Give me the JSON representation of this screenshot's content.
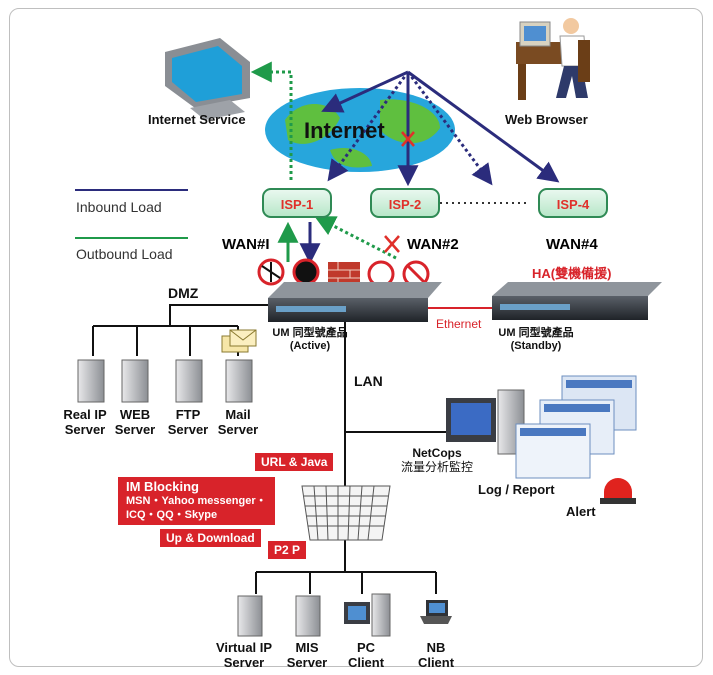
{
  "cloud": {
    "label": "Internet"
  },
  "top": {
    "internet_service": "Internet Service",
    "web_browser": "Web Browser"
  },
  "isps": [
    "ISP-1",
    "ISP-2",
    "ISP-4"
  ],
  "wans": [
    "WAN#I",
    "WAN#2",
    "WAN#4"
  ],
  "legend": {
    "inbound": "Inbound Load",
    "outbound": "Outbound Load"
  },
  "ha": {
    "label": "HA(雙機備援)",
    "ethernet": "Ethernet"
  },
  "appliances": {
    "active": {
      "line1": "UM 同型號產品",
      "line2": "(Active)"
    },
    "standby": {
      "line1": "UM 同型號產品",
      "line2": "(Standby)"
    }
  },
  "zones": {
    "dmz": "DMZ",
    "lan": "LAN"
  },
  "dmz_servers": [
    {
      "line1": "Real IP",
      "line2": "Server"
    },
    {
      "line1": "WEB",
      "line2": "Server"
    },
    {
      "line1": "FTP",
      "line2": "Server"
    },
    {
      "line1": "Mail",
      "line2": "Server"
    }
  ],
  "netcops": {
    "line1": "NetCops",
    "line2": "流量分析監控"
  },
  "log_report": "Log / Report",
  "alert": "Alert",
  "filters": {
    "url_java": "URL & Java",
    "im_title": "IM Blocking",
    "im_line1": "MSN・Yahoo messenger・",
    "im_line2": "ICQ・QQ・Skype",
    "up_download": "Up & Download",
    "p2p": "P2 P"
  },
  "lan_clients": [
    {
      "line1": "Virtual IP",
      "line2": "Server"
    },
    {
      "line1": "MIS",
      "line2": "Server"
    },
    {
      "line1": "PC",
      "line2": "Client"
    },
    {
      "line1": "NB",
      "line2": "Client"
    }
  ],
  "colors": {
    "inbound": "#2b2c7c",
    "outbound": "#1f9a4a",
    "alert": "#d8232a",
    "isp_border": "#2f8a55"
  }
}
